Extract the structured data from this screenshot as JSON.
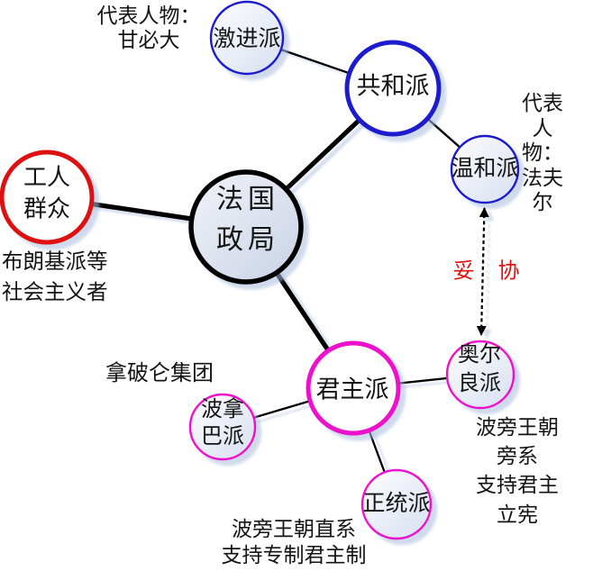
{
  "colors": {
    "republican_blue": "#1C1CCE",
    "monarchist_magenta": "#EE11CC",
    "workers_red": "#DD1111",
    "center_black": "#000000",
    "edge_black": "#000000",
    "compromise_red": "#E01010",
    "node_fill_light_top": "#FDFDFE",
    "node_fill_light_bottom": "#D7DFEF",
    "center_fill_top": "#F1F3F9",
    "center_fill_bottom": "#C9D2E5"
  },
  "nodes": {
    "center": {
      "label": "法国\n政局"
    },
    "workers": {
      "label": "工人\n群众"
    },
    "republican": {
      "label": "共和派"
    },
    "radical": {
      "label": "激进派"
    },
    "moderate": {
      "label": "温和派"
    },
    "monarchist": {
      "label": "君主派"
    },
    "bonapartist": {
      "label": "波拿\n巴派"
    },
    "orleanist": {
      "label": "奥尔\n良派"
    },
    "legitimist": {
      "label": "正统派"
    }
  },
  "annotations": {
    "radical_rep": "代表人物：\n甘必大",
    "moderate_rep": "代表人物：\n法夫尔",
    "workers_note": "布朗基派等\n社会主义者",
    "bonapartist_note": "拿破仑集团",
    "compromise_label": "妥　协",
    "orleanist_note": "波旁王朝旁系\n支持君主立宪",
    "legitimist_note": "波旁王朝直系\n支持专制君主制"
  },
  "edges": [
    {
      "from": "工人群众",
      "to": "法国政局",
      "style": "thick"
    },
    {
      "from": "共和派",
      "to": "法国政局",
      "style": "thick"
    },
    {
      "from": "法国政局",
      "to": "君主派",
      "style": "thick"
    },
    {
      "from": "激进派",
      "to": "共和派",
      "style": "thin"
    },
    {
      "from": "共和派",
      "to": "温和派",
      "style": "thin"
    },
    {
      "from": "君主派",
      "to": "奥尔良派",
      "style": "thin"
    },
    {
      "from": "君主派",
      "to": "波拿巴派",
      "style": "thin"
    },
    {
      "from": "君主派",
      "to": "正统派",
      "style": "thin"
    },
    {
      "from": "温和派",
      "to": "奥尔良派",
      "style": "dashed-double-arrow",
      "label": "妥协"
    }
  ]
}
